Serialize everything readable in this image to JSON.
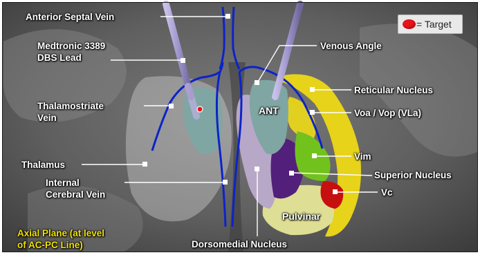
{
  "legend": {
    "icon": "red-dot-icon",
    "text": "= Target",
    "color": "#e8141b"
  },
  "labels": {
    "anterior_septal_vein": "Anterior Septal Vein",
    "dbs_lead": "Medtronic 3389\nDBS Lead",
    "venous_angle": "Venous Angle",
    "reticular_nucleus": "Reticular Nucleus",
    "thalamostriate_vein": "Thalamostriate\nVein",
    "ant": "ANT",
    "voa_vop": "Voa / Vop (VLa)",
    "vim": "Vim",
    "thalamus": "Thalamus",
    "superior_nucleus": "Superior Nucleus",
    "internal_cerebral_vein": "Internal\nCerebral Vein",
    "vc": "Vc",
    "pulvinar": "Pulvinar",
    "plane_note": "Axial Plane (at level\nof AC-PC Line)",
    "dorsomedial_nucleus": "Dorsomedial Nucleus"
  },
  "colors": {
    "vein": "#0c23c9",
    "lead": "#9f95cc",
    "ant": "#7fa6a3",
    "reticular": "#e6d31a",
    "vim": "#72c21d",
    "vc": "#c60f0f",
    "dorsomedial": "#b7a8c8",
    "superior": "#52207a",
    "pulvinar": "#dede94",
    "thalamus": "#dddddd",
    "plane_note": "#f2e200"
  }
}
